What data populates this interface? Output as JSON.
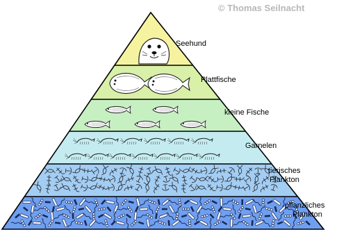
{
  "copyright": "© Thomas Seilnacht",
  "levels": [
    {
      "label": "Seehund",
      "color": "#f6f3a0",
      "organism": "seal-head"
    },
    {
      "label": "Plattfische",
      "color": "#d8f0a8",
      "organism": "flatfish"
    },
    {
      "label": "kleine Fische",
      "color": "#c6f0c2",
      "organism": "small-fish"
    },
    {
      "label": "Garnelen",
      "color": "#c4ecf0",
      "organism": "shrimp"
    },
    {
      "label_line1": "tierisches",
      "label_line2": "Plankton",
      "color": "#a3cdf3",
      "organism": "zooplankton"
    },
    {
      "label_line1": "pflanzliches",
      "label_line2": "Plankton",
      "color": "#6f9ff0",
      "organism": "phytoplankton"
    }
  ]
}
